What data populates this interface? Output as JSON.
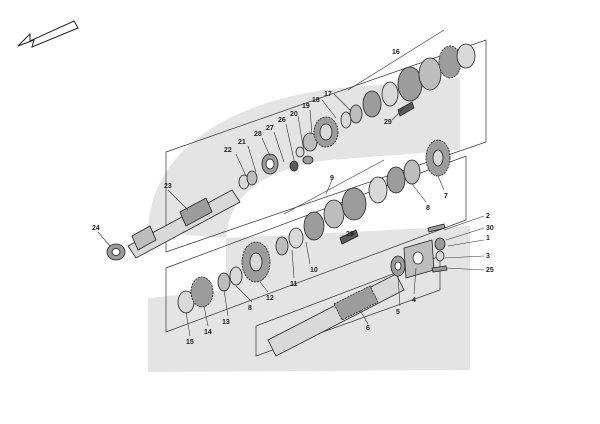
{
  "colors": {
    "background": "#ffffff",
    "watermark": "#e4e4e4",
    "line": "#222222",
    "part_light": "#d9d9d9",
    "part_mid": "#9c9c9c",
    "part_dark": "#5a5a5a"
  },
  "orientation_arrow": {
    "icon": "arrow-down-left-icon"
  },
  "parts": [
    {
      "id": "p1",
      "label": "1"
    },
    {
      "id": "p2",
      "label": "2"
    },
    {
      "id": "p3",
      "label": "3"
    },
    {
      "id": "p4",
      "label": "4"
    },
    {
      "id": "p5",
      "label": "5"
    },
    {
      "id": "p6",
      "label": "6"
    },
    {
      "id": "p7",
      "label": "7"
    },
    {
      "id": "p8a",
      "label": "8"
    },
    {
      "id": "p8b",
      "label": "8"
    },
    {
      "id": "p9",
      "label": "9"
    },
    {
      "id": "p10",
      "label": "10"
    },
    {
      "id": "p11",
      "label": "11"
    },
    {
      "id": "p12",
      "label": "12"
    },
    {
      "id": "p13",
      "label": "13"
    },
    {
      "id": "p14",
      "label": "14"
    },
    {
      "id": "p15",
      "label": "15"
    },
    {
      "id": "p16",
      "label": "16"
    },
    {
      "id": "p17",
      "label": "17"
    },
    {
      "id": "p18",
      "label": "18"
    },
    {
      "id": "p19",
      "label": "19"
    },
    {
      "id": "p20",
      "label": "20"
    },
    {
      "id": "p21",
      "label": "21"
    },
    {
      "id": "p22",
      "label": "22"
    },
    {
      "id": "p23",
      "label": "23"
    },
    {
      "id": "p24",
      "label": "24"
    },
    {
      "id": "p25",
      "label": "25"
    },
    {
      "id": "p26",
      "label": "26"
    },
    {
      "id": "p27",
      "label": "27"
    },
    {
      "id": "p28",
      "label": "28"
    },
    {
      "id": "p29a",
      "label": "29"
    },
    {
      "id": "p29b",
      "label": "29"
    },
    {
      "id": "p30",
      "label": "30"
    }
  ]
}
